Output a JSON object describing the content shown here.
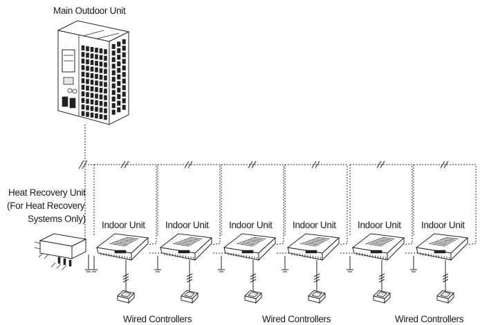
{
  "labels": {
    "outdoor_unit": "Main Outdoor Unit",
    "hru_line1": "Heat Recovery Unit",
    "hru_line2": "(For Heat Recovery",
    "hru_line3": "Systems Only)",
    "indoor_unit": "Indoor Unit",
    "wired_controllers": "Wired Controllers"
  },
  "indoor_units": [
    {
      "label": "Indoor Unit"
    },
    {
      "label": "Indoor Unit"
    },
    {
      "label": "Indoor Unit"
    },
    {
      "label": "Indoor Unit"
    },
    {
      "label": "Indoor Unit"
    },
    {
      "label": "Indoor Unit"
    }
  ],
  "controller_groups": [
    {
      "label": "Wired Controllers"
    },
    {
      "label": "Wired Controllers"
    },
    {
      "label": "Wired Controllers"
    }
  ]
}
